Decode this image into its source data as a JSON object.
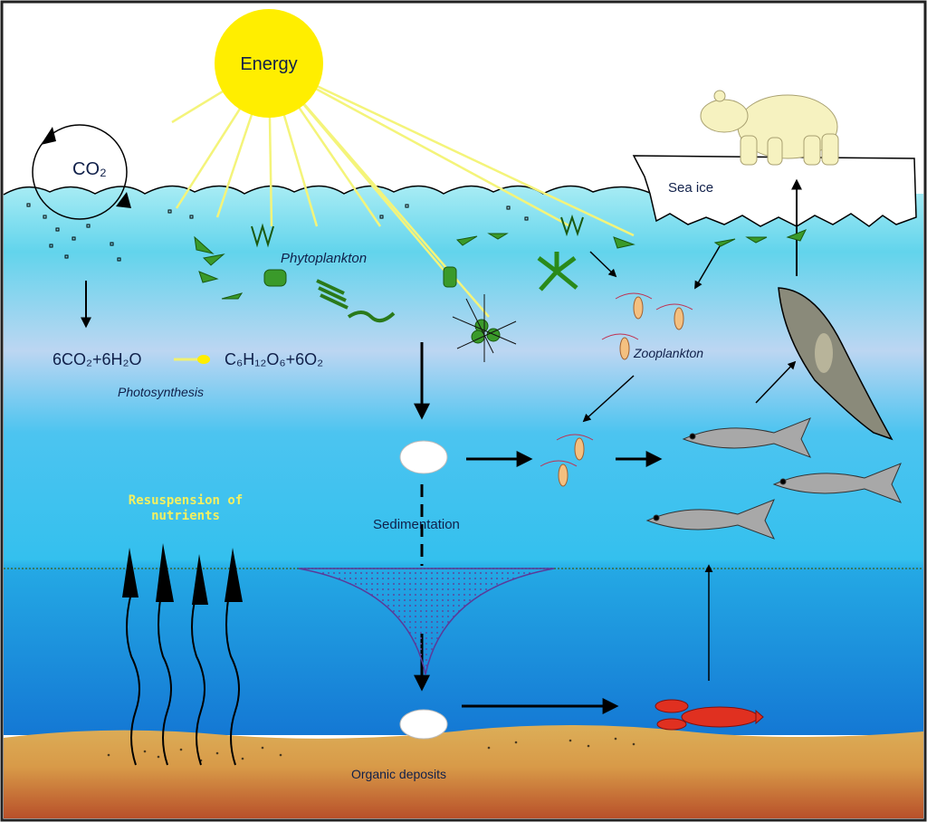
{
  "title": "Arctic marine food web and carbon cycle",
  "labels": {
    "sun": "Energy",
    "co2": "CO₂",
    "sea_ice": "Sea ice",
    "phytoplankton": "Phytoplankton",
    "zooplankton": "Zooplankton",
    "equation_left": "6CO₂+6H₂O",
    "equation_right": "C₆H₁₂O₆+6O₂",
    "photosynthesis": "Photosynthesis",
    "resuspension_line1": "Resuspension of",
    "resuspension_line2": "nutrients",
    "sedimentation": "Sedimentation",
    "organic_deposits": "Organic deposits"
  },
  "colors": {
    "sun": "#ffee00",
    "ray": "#f4f47a",
    "water_top": "#a8ecf4",
    "water_mid": "#38c4f0",
    "water_deep": "#1580d8",
    "sediment": "#d8a452",
    "sediment_deep": "#c0602e",
    "plankton_green": "#3a9a2a",
    "label_yellow": "#f4f060"
  }
}
